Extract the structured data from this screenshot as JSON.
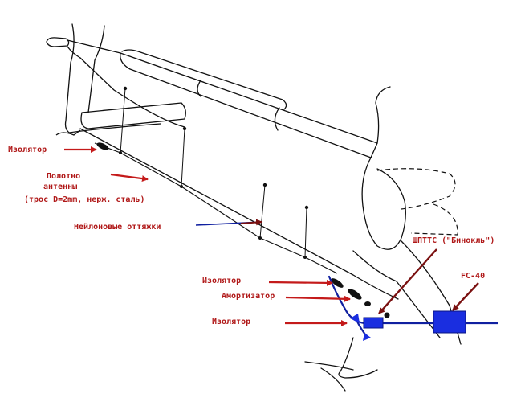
{
  "labels": {
    "insulator_top": "Изолятор",
    "antenna_line1": "Полотно",
    "antenna_line2": "антенны",
    "antenna_line3": "(трос D=2mm, нерж. сталь)",
    "nylon_guys": "Нейлоновые оттяжки",
    "insulator_mid": "Изолятор",
    "shock_absorber": "Амортизатор",
    "insulator_bottom": "Изолятор",
    "connector": "ШПТТС (\"Бинокль\")",
    "fc40": "FC-40"
  },
  "colors": {
    "line": "#111111",
    "label_text": "#b01818",
    "arrow_red": "#c41a1a",
    "arrow_dark": "#7a1010",
    "cable_blue": "#1020a0",
    "box_blue": "#1a2ee0"
  }
}
